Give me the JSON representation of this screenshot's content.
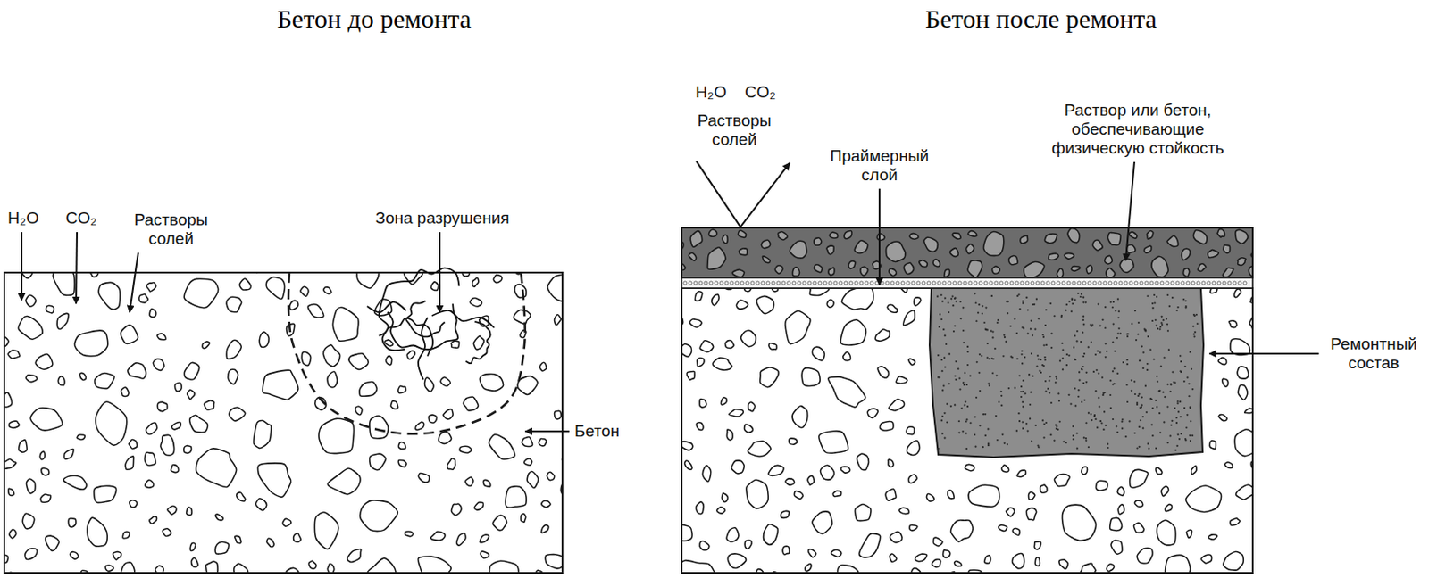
{
  "diagram": {
    "labels": [
      "Бетон до ремонта",
      "Бетон после ремонта",
      "H₂O",
      "CO₂",
      "Растворы солей",
      "Зона разрушения",
      "Бетон",
      "H₂O",
      "CO₂",
      "Растворы солей",
      "Праймерный слой",
      "Раствор или бетон, обеспечивающие физическую стойкость",
      "Ремонтный состав"
    ]
  }
}
